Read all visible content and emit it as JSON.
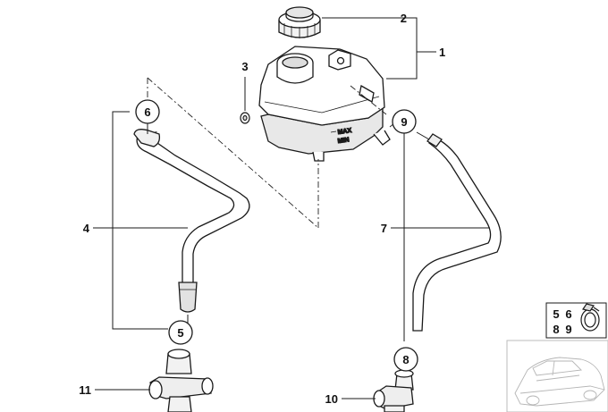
{
  "diagram": {
    "part_labels": {
      "p1": "1",
      "p2": "2",
      "p3": "3",
      "p4": "4",
      "p5": "5",
      "p6": "6",
      "p7": "7",
      "p8": "8",
      "p9": "9",
      "p10": "10",
      "p11": "11"
    },
    "clamp_legend": {
      "r1c1": "5",
      "r1c2": "6",
      "r2c1": "8",
      "r2c2": "9"
    },
    "tank_markings": {
      "max": "MAX",
      "min": "MIN"
    },
    "colors": {
      "line": "#1a1a1a",
      "fill": "#ffffff",
      "shade": "#d9d9d9",
      "thumbnail": "#b5b5b5"
    }
  }
}
